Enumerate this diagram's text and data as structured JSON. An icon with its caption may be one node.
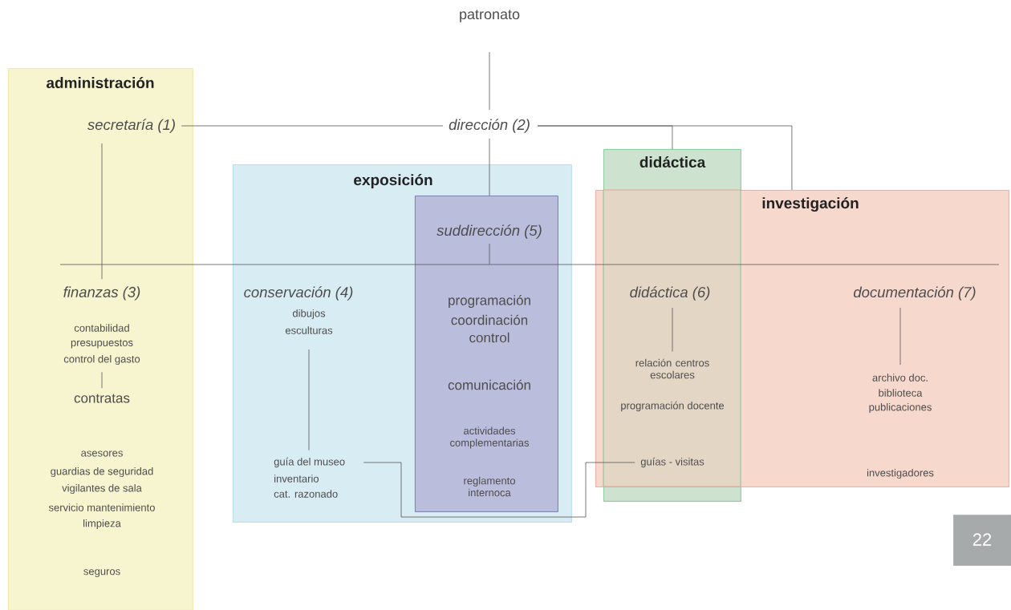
{
  "diagram": {
    "nodes": [
      {
        "text": [
          "patronato"
        ]
      },
      {
        "text": [
          "administración"
        ]
      },
      {
        "text": [
          "secretaría (1)"
        ],
        "in": 1
      },
      {
        "text": [
          "dirección (2)"
        ]
      },
      {
        "text": [
          "exposición"
        ]
      },
      {
        "text": [
          "suddirección (5)",
          "programación",
          "coordinación",
          "control",
          "comunicación",
          "actividades complementarias",
          "reglamento internoca"
        ],
        "in": 4
      },
      {
        "text": [
          "didáctica"
        ]
      },
      {
        "text": [
          "investigación"
        ]
      },
      {
        "text": [
          "finanzas (3)",
          "contabilidad",
          "presupuestos",
          "control del gasto"
        ],
        "in": 1
      },
      {
        "text": [
          "contratas",
          "asesores",
          "guardias de seguridad",
          "vigilantes de sala",
          "servicio mantenimiento",
          "limpieza"
        ],
        "in": 1
      },
      {
        "text": [
          "conservación (4)",
          "dibujos",
          "esculturas"
        ],
        "in": 4
      },
      {
        "text": [
          "guía del museo",
          "inventario",
          "cat. razonado"
        ],
        "in": 4
      },
      {
        "text": [
          "didáctica (6)"
        ],
        "in": 6
      },
      {
        "text": [
          "relación centros escolares",
          "programación docente"
        ],
        "in": 6
      },
      {
        "text": [
          "guías - visitas"
        ],
        "in": 6
      },
      {
        "text": [
          "documentación (7)"
        ],
        "in": 7
      },
      {
        "text": [
          "archivo doc.",
          "biblioteca",
          "publicaciones"
        ],
        "in": 7
      },
      {
        "text": [
          "22"
        ]
      }
    ],
    "edges": [
      {
        "from": 0,
        "to": 3,
        "arrow": "none"
      },
      {
        "from": 2,
        "to": 3,
        "arrow": "none"
      },
      {
        "from": 3,
        "to": 5,
        "arrow": "none"
      },
      {
        "from": 3,
        "to": 6,
        "arrow": "none"
      },
      {
        "from": 3,
        "to": 7,
        "arrow": "none"
      },
      {
        "from": 2,
        "to": 8,
        "arrow": "none"
      },
      {
        "from": 8,
        "to": 9,
        "arrow": "none"
      },
      {
        "from": 10,
        "to": 11,
        "arrow": "none"
      },
      {
        "from": 11,
        "to": 14,
        "arrow": "none"
      },
      {
        "from": 12,
        "to": 13,
        "arrow": "none"
      },
      {
        "from": 15,
        "to": 16,
        "arrow": "none"
      }
    ],
    "labels": [
      "seguros",
      "investigadores"
    ]
  }
}
